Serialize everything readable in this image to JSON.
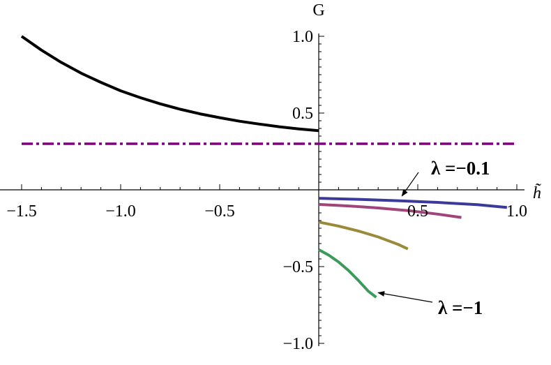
{
  "chart_data": {
    "type": "line",
    "title": "",
    "xlabel": "h̃",
    "ylabel": "G",
    "xlim": [
      -1.5,
      1.0
    ],
    "ylim": [
      -1.0,
      1.0
    ],
    "grid": false,
    "x_ticks": [
      -1.5,
      -1.0,
      -0.5,
      0.5,
      1.0
    ],
    "x_tick_labels": [
      "−1.5",
      "−1.0",
      "−0.5",
      "0.5",
      "1.0"
    ],
    "y_ticks": [
      -1.0,
      -0.5,
      0.5,
      1.0
    ],
    "y_tick_labels": [
      "−1.0",
      "−0.5",
      "0.5",
      "1.0"
    ],
    "series": [
      {
        "color": "#000000",
        "style": "solid",
        "x": [
          -1.5,
          -1.4,
          -1.3,
          -1.2,
          -1.1,
          -1.0,
          -0.9,
          -0.8,
          -0.7,
          -0.6,
          -0.5,
          -0.4,
          -0.3,
          -0.2,
          -0.1,
          0.0
        ],
        "y": [
          1.0,
          0.91,
          0.83,
          0.76,
          0.7,
          0.645,
          0.6,
          0.56,
          0.525,
          0.495,
          0.47,
          0.447,
          0.428,
          0.411,
          0.397,
          0.385
        ]
      },
      {
        "color": "#800080",
        "style": "dashdot",
        "x": [
          -1.5,
          1.0
        ],
        "y": [
          0.3,
          0.3
        ]
      },
      {
        "color": "#3a3a9a",
        "style": "solid",
        "x": [
          0.0,
          0.2,
          0.4,
          0.6,
          0.8,
          0.95
        ],
        "y": [
          -0.055,
          -0.062,
          -0.071,
          -0.082,
          -0.097,
          -0.115
        ]
      },
      {
        "color": "#a0457a",
        "style": "solid",
        "x": [
          0.0,
          0.15,
          0.3,
          0.45,
          0.6,
          0.72
        ],
        "y": [
          -0.095,
          -0.105,
          -0.118,
          -0.135,
          -0.158,
          -0.18
        ]
      },
      {
        "color": "#9a8a3a",
        "style": "solid",
        "x": [
          0.0,
          0.1,
          0.2,
          0.3,
          0.4,
          0.45
        ],
        "y": [
          -0.21,
          -0.236,
          -0.268,
          -0.307,
          -0.355,
          -0.385
        ]
      },
      {
        "color": "#3c9a5a",
        "style": "solid",
        "x": [
          0.0,
          0.05,
          0.1,
          0.15,
          0.2,
          0.25,
          0.29
        ],
        "y": [
          -0.39,
          -0.425,
          -0.47,
          -0.525,
          -0.59,
          -0.66,
          -0.7
        ]
      }
    ],
    "annotations": [
      {
        "text": "λ =−0.1",
        "points_to": [
          0.42,
          -0.04
        ]
      },
      {
        "text": "λ =−1",
        "points_to": [
          0.3,
          -0.67
        ]
      }
    ]
  }
}
